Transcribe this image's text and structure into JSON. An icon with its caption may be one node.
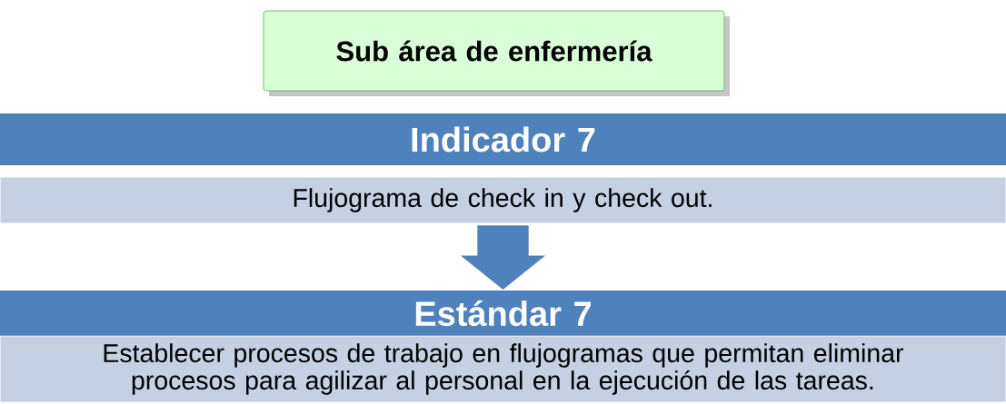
{
  "diagram": {
    "nodes": [
      {
        "text": [
          "Sub área de enfermería"
        ]
      },
      {
        "text": [
          "Indicador 7"
        ]
      },
      {
        "text": [
          "Flujograma de check in y check out."
        ]
      },
      {
        "text": [
          "Estándar 7"
        ]
      },
      {
        "text": [
          "Establecer procesos de trabajo en flujogramas que permitan eliminar procesos para agilizar al personal en la ejecución de las tareas."
        ]
      }
    ],
    "edges": [
      {
        "from": 2,
        "to": 3,
        "arrow": "to"
      }
    ]
  }
}
